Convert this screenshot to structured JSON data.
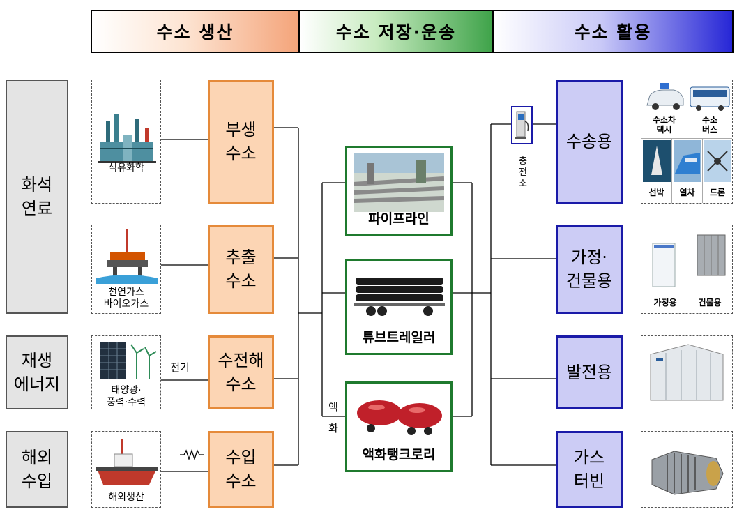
{
  "header": {
    "production": "수소 생산",
    "storage": "수소 저장·운송",
    "usage": "수소 활용"
  },
  "sources": {
    "fossil": "화석\n연료",
    "renewable": "재생\n에너지",
    "overseas": "해외\n수입"
  },
  "source_images": {
    "petrochem": "석유화학",
    "gas": "천연가스\n바이오가스",
    "renew": "태양광·\n풍력·수력",
    "import": "해외생산"
  },
  "production_methods": {
    "byproduct": "부생\n수소",
    "extraction": "추출\n수소",
    "electrolysis": "수전해\n수소",
    "imported": "수입\n수소"
  },
  "edge_labels": {
    "electricity": "전기",
    "liquefaction_1": "액",
    "liquefaction_2": "화"
  },
  "transport": {
    "pipeline": "파이프라인",
    "tube_trailer": "튜브트레일러",
    "liquid_tank": "액화탱크로리"
  },
  "charging_station": "충\n전\n소",
  "uses": {
    "transport": "수송용",
    "home_building": "가정·\n건물용",
    "power": "발전용",
    "gas_turbine": "가스\n터빈"
  },
  "use_images": {
    "taxi": "수소차\n택시",
    "bus": "수소\n버스",
    "ship": "선박",
    "train": "열차",
    "drone": "드론",
    "home": "가정용",
    "building": "건물용"
  },
  "colors": {
    "production_accent": "#e58a3a",
    "storage_accent": "#1f7a2e",
    "usage_accent": "#1a1aa8",
    "gray_box": "#e4e4e4"
  }
}
